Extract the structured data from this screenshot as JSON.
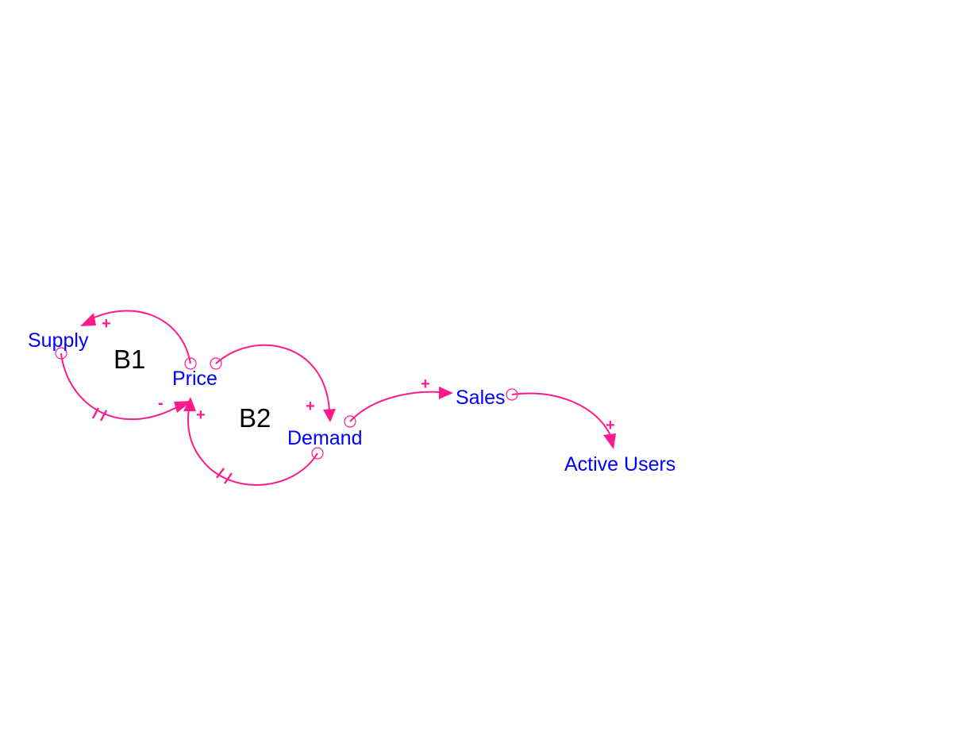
{
  "colors": {
    "link": "#ff1a8c",
    "variable_text": "#0000ff",
    "loop_text": "#000000",
    "background": "#ffffff"
  },
  "variables": {
    "supply": "Supply",
    "price": "Price",
    "demand": "Demand",
    "sales": "Sales",
    "active_users": "Active Users"
  },
  "loops": {
    "b1": "B1",
    "b2": "B2"
  },
  "links": [
    {
      "from": "Price",
      "to": "Supply",
      "polarity": "+",
      "delay": false
    },
    {
      "from": "Supply",
      "to": "Price",
      "polarity": "-",
      "delay": true
    },
    {
      "from": "Price",
      "to": "Demand",
      "polarity": "+",
      "delay": false
    },
    {
      "from": "Demand",
      "to": "Price",
      "polarity": "+",
      "delay": true
    },
    {
      "from": "Demand",
      "to": "Sales",
      "polarity": "+",
      "delay": false
    },
    {
      "from": "Sales",
      "to": "Active Users",
      "polarity": "+",
      "delay": false
    }
  ]
}
